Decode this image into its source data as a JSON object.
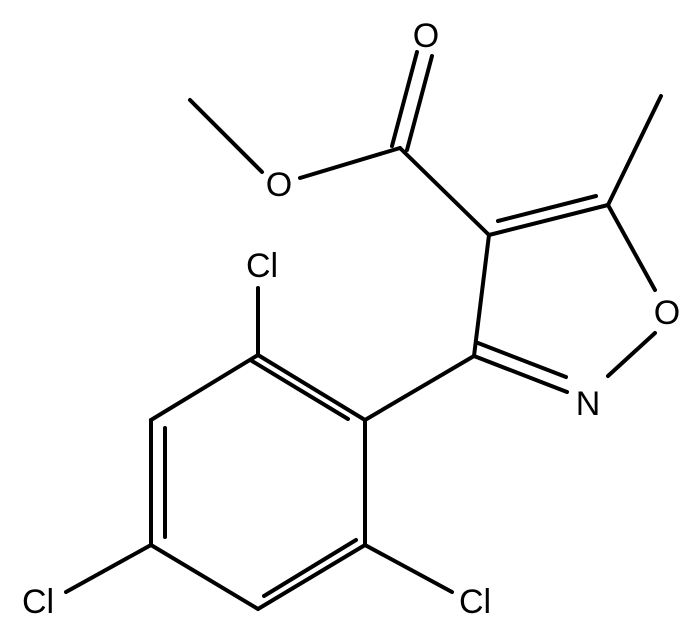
{
  "molecule": {
    "atoms": {
      "carbonyl_o": "O",
      "ester_o": "O",
      "ring_o": "O",
      "ring_n": "N",
      "cl_top": "Cl",
      "cl_left": "Cl",
      "cl_bottom": "Cl"
    },
    "colors": {
      "bond": "#000000",
      "label": "#000000",
      "background": "#ffffff"
    }
  }
}
